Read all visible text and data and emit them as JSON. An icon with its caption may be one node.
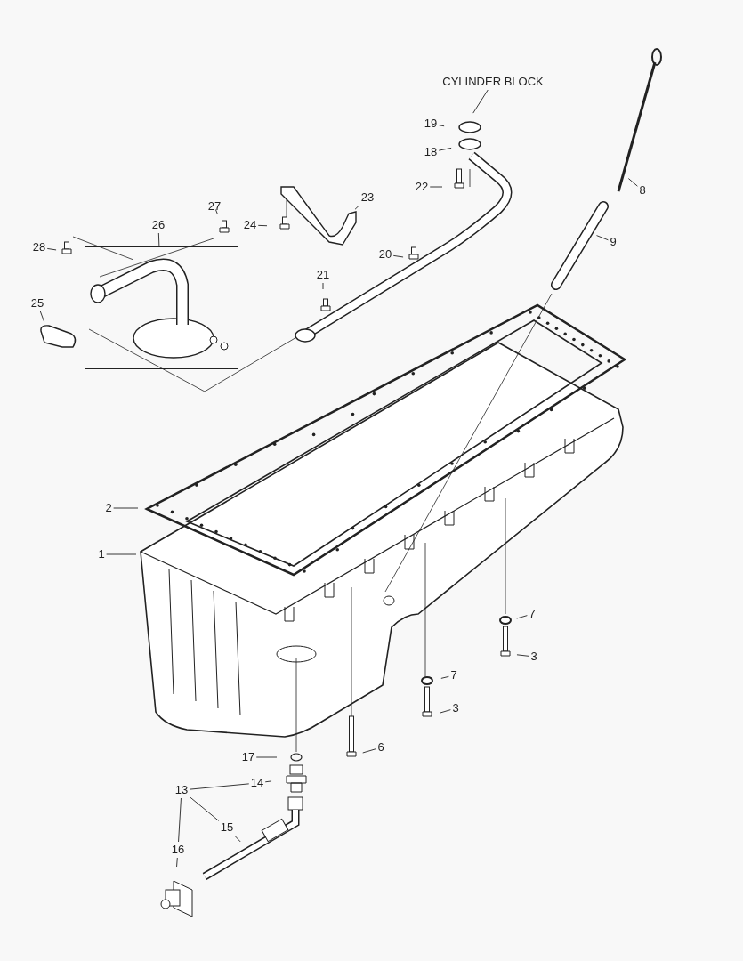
{
  "diagram": {
    "nodes": [
      {
        "text": [
          "CYLINDER BLOCK"
        ]
      },
      {
        "text": [
          "19"
        ]
      },
      {
        "text": [
          "18"
        ]
      },
      {
        "text": [
          "22"
        ]
      },
      {
        "text": [
          "8"
        ]
      },
      {
        "text": [
          "23"
        ]
      },
      {
        "text": [
          "24"
        ]
      },
      {
        "text": [
          "27"
        ]
      },
      {
        "text": [
          "26"
        ]
      },
      {
        "text": [],
        "shape": "box"
      },
      {
        "text": [
          "28"
        ]
      },
      {
        "text": [
          "25"
        ]
      },
      {
        "text": [
          "20"
        ]
      },
      {
        "text": [
          "21"
        ]
      },
      {
        "text": [
          "9"
        ]
      },
      {
        "text": [
          "2"
        ]
      },
      {
        "text": [
          "1"
        ]
      },
      {
        "text": [
          "7"
        ]
      },
      {
        "text": [
          "3"
        ]
      },
      {
        "text": [
          "7"
        ]
      },
      {
        "text": [
          "3"
        ]
      },
      {
        "text": [
          "6"
        ]
      },
      {
        "text": [
          "17"
        ]
      },
      {
        "text": [
          "14"
        ]
      },
      {
        "text": [
          "13"
        ]
      },
      {
        "text": [
          "15"
        ]
      },
      {
        "text": [
          "16"
        ]
      }
    ],
    "edges": [
      {
        "from": 0,
        "to": null,
        "arrow": "none"
      },
      {
        "from": 1,
        "to": null,
        "arrow": "none"
      },
      {
        "from": 2,
        "to": null,
        "arrow": "none"
      },
      {
        "from": 3,
        "to": null,
        "arrow": "none"
      },
      {
        "from": 4,
        "to": null,
        "arrow": "none"
      },
      {
        "from": 5,
        "to": null,
        "arrow": "none"
      },
      {
        "from": 6,
        "to": null,
        "arrow": "none"
      },
      {
        "from": 7,
        "to": null,
        "arrow": "none"
      },
      {
        "from": 8,
        "to": 9,
        "arrow": "none"
      },
      {
        "from": 10,
        "to": null,
        "arrow": "none"
      },
      {
        "from": 11,
        "to": null,
        "arrow": "none"
      },
      {
        "from": 12,
        "to": null,
        "arrow": "none"
      },
      {
        "from": 13,
        "to": null,
        "arrow": "none"
      },
      {
        "from": 14,
        "to": null,
        "arrow": "none"
      },
      {
        "from": 15,
        "to": null,
        "arrow": "none"
      },
      {
        "from": 16,
        "to": null,
        "arrow": "none"
      },
      {
        "from": 17,
        "to": null,
        "arrow": "none"
      },
      {
        "from": 18,
        "to": null,
        "arrow": "none"
      },
      {
        "from": 19,
        "to": null,
        "arrow": "none"
      },
      {
        "from": 20,
        "to": null,
        "arrow": "none"
      },
      {
        "from": 21,
        "to": null,
        "arrow": "none"
      },
      {
        "from": 22,
        "to": null,
        "arrow": "none"
      },
      {
        "from": 23,
        "to": null,
        "arrow": "none"
      },
      {
        "from": 24,
        "to": 23,
        "arrow": "none"
      },
      {
        "from": 24,
        "to": 25,
        "arrow": "none"
      },
      {
        "from": 24,
        "to": 26,
        "arrow": "none"
      },
      {
        "from": 25,
        "to": null,
        "arrow": "none"
      },
      {
        "from": 26,
        "to": null,
        "arrow": "none"
      }
    ]
  }
}
